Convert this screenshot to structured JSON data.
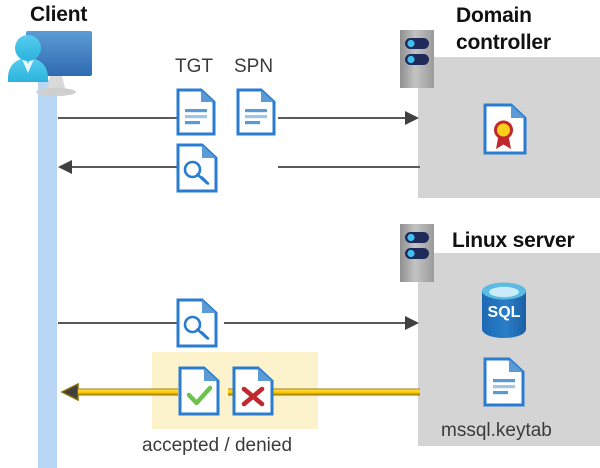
{
  "diagram": {
    "title_client": "Client",
    "title_domain_controller": "Domain\ncontroller",
    "title_domain_controller_line1": "Domain",
    "title_domain_controller_line2": "controller",
    "title_linux_server": "Linux server",
    "label_tgt": "TGT",
    "label_spn": "SPN",
    "label_keytab": "mssql.keytab",
    "label_result": "accepted / denied"
  },
  "colors": {
    "panel_gray": "#d4d4d4",
    "highlight_yellow": "#fcf3cd",
    "lifeline_blue": "#b9d6f4",
    "doc_blue": "#2a7cd0",
    "arrow_gray": "#595959",
    "arrow_gold": "#ffcc00",
    "arrow_gold_dark": "#8a6d00",
    "check_green": "#6cc24a",
    "cross_red": "#c0282d",
    "sql_blue": "#1b6ec2",
    "seal_gold": "#f7d117",
    "seal_red": "#c0282d",
    "server_body": "#a6a6a6",
    "server_slot": "#1f2a5a",
    "server_led": "#3fc1f0",
    "person_cyan": "#35c1e8",
    "monitor_blue": "#3f7fc1",
    "heading_black": "#111111",
    "text_gray": "#3b3b3b"
  },
  "icons": {
    "client": "user-monitor-icon",
    "tgt_doc": "document-icon",
    "spn_doc": "document-icon",
    "ticket_key_doc": "document-key-icon",
    "service_key_doc": "document-key-icon",
    "certificate": "certificate-document-icon",
    "sql_database": "sql-database-icon",
    "keytab_doc": "document-icon",
    "accepted_doc": "document-check-icon",
    "denied_doc": "document-cross-icon",
    "server_dc": "server-rack-icon",
    "server_linux": "server-rack-icon"
  }
}
